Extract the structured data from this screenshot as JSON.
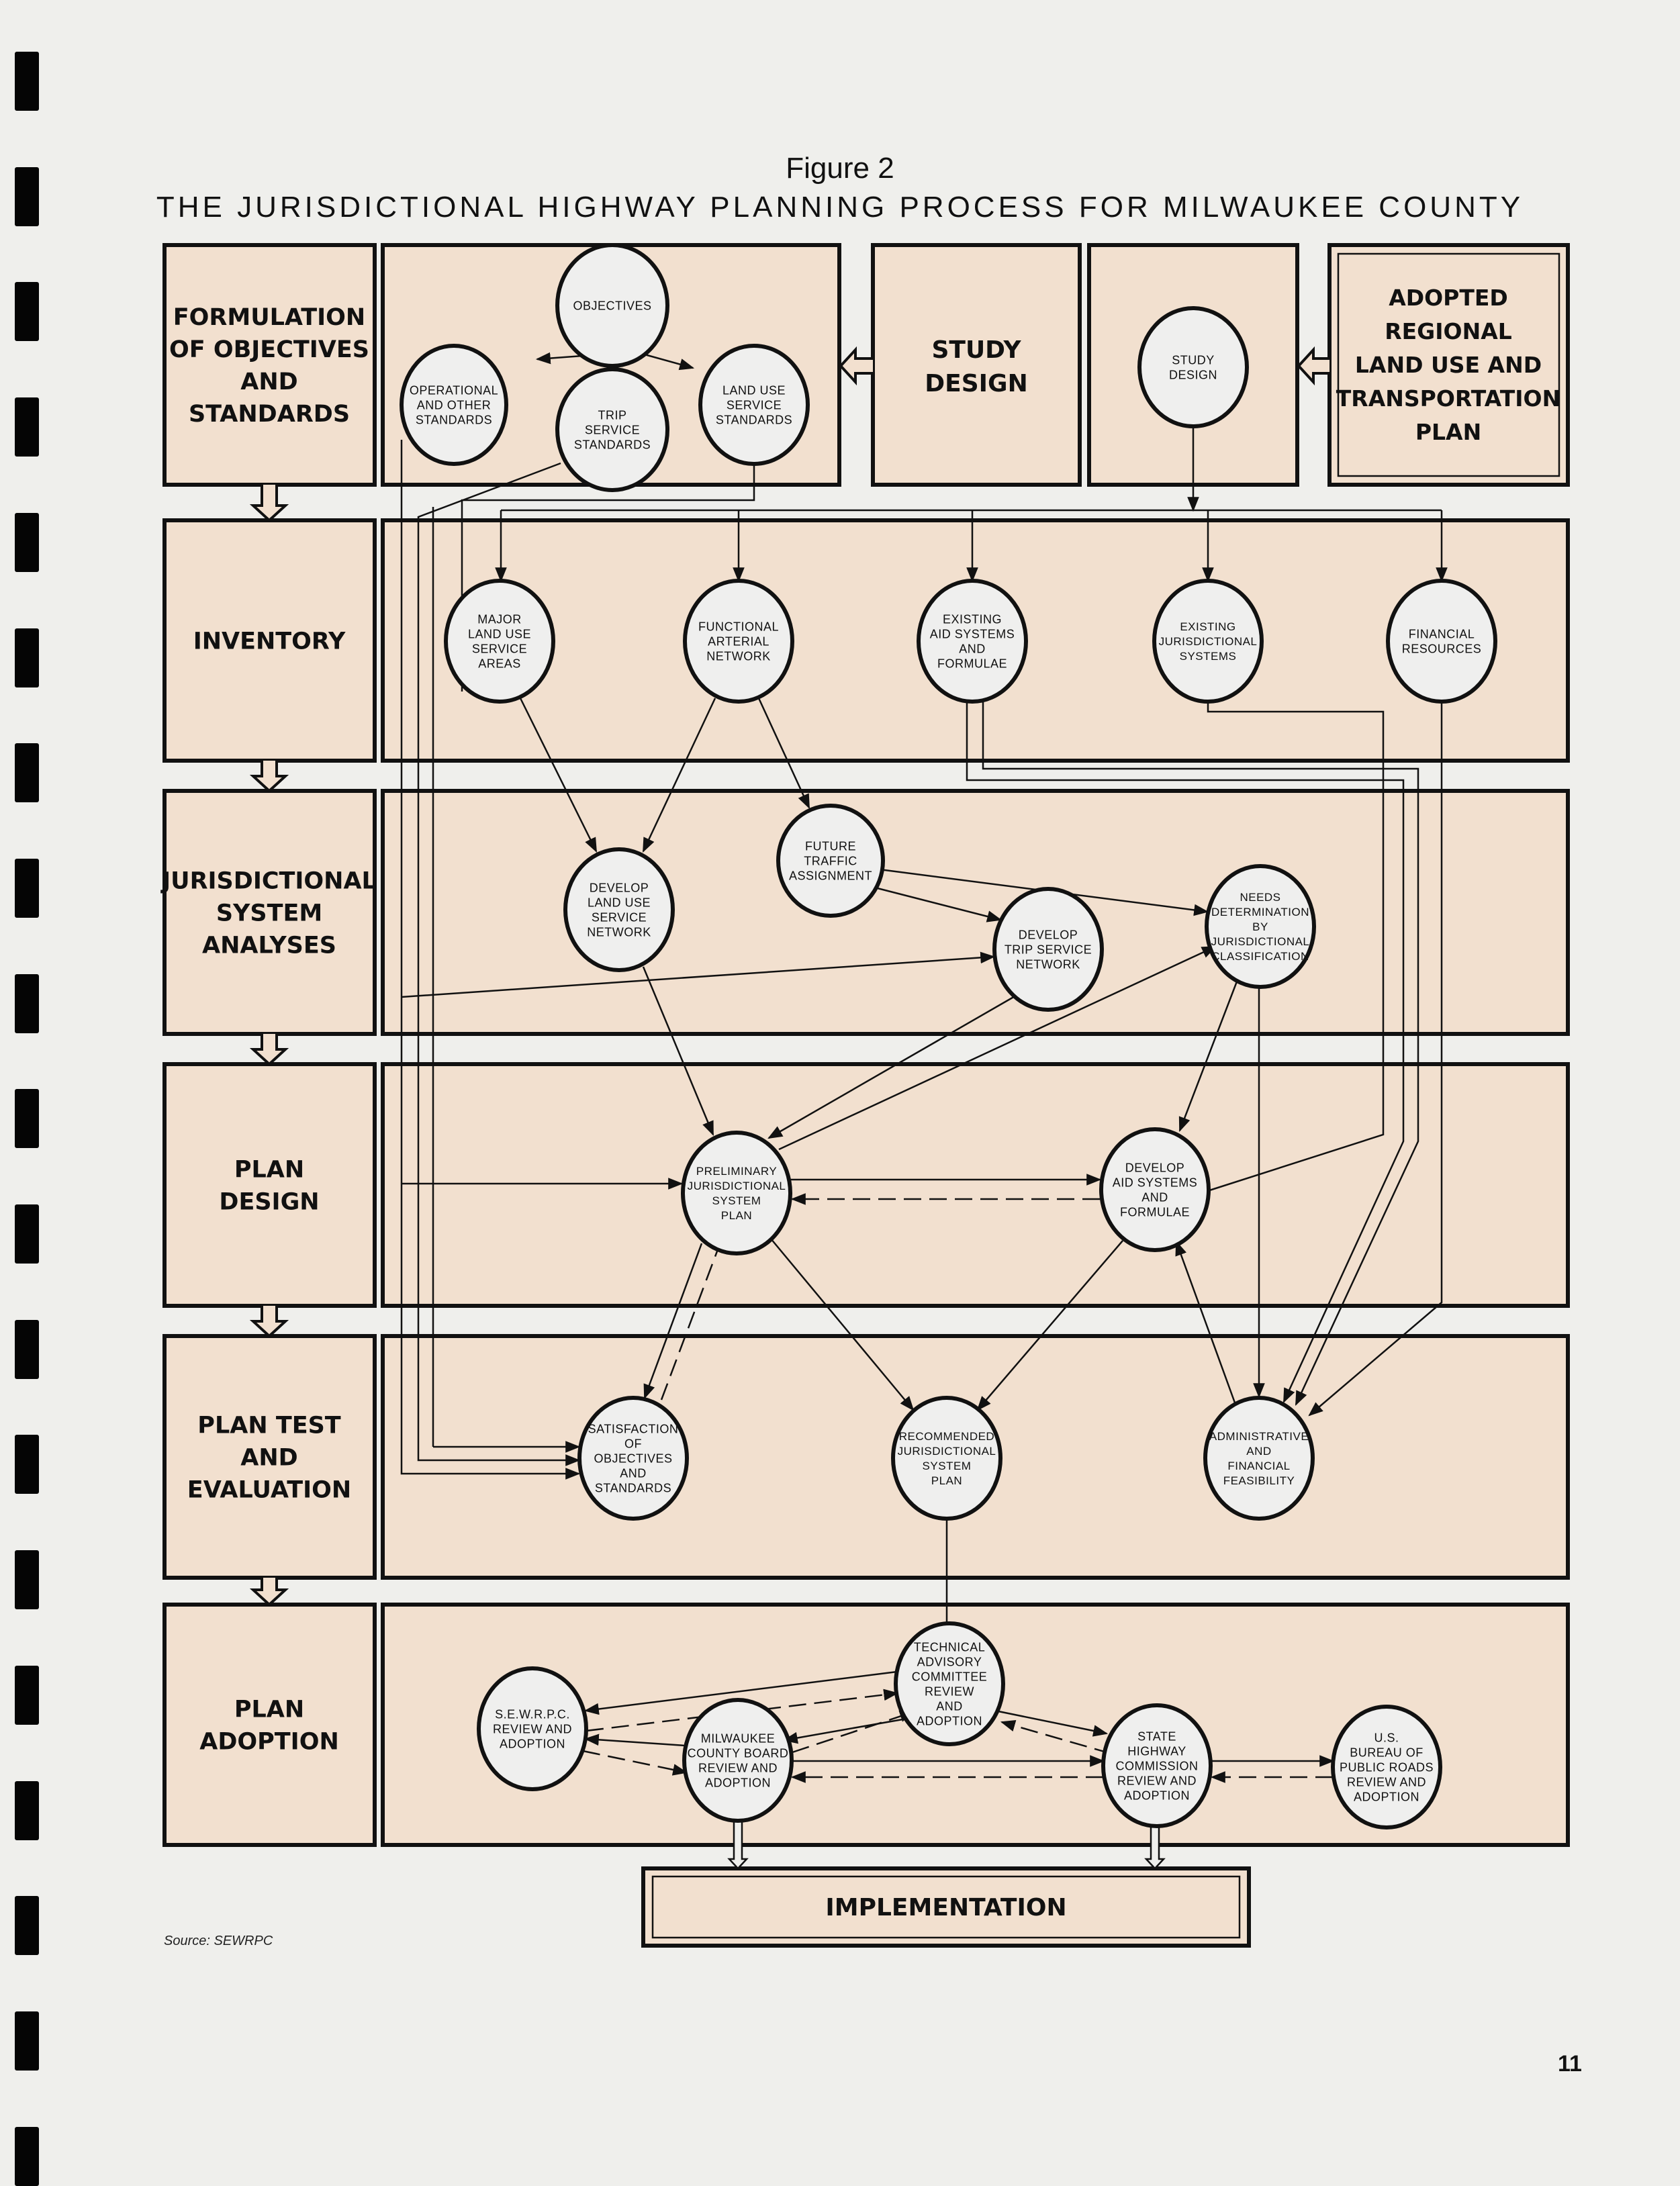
{
  "figure": {
    "number": "Figure 2",
    "title": "THE JURISDICTIONAL HIGHWAY PLANNING PROCESS FOR MILWAUKEE COUNTY"
  },
  "colors": {
    "panel_fill": "#f2e0cf",
    "node_fill": "#efefee",
    "ink": "#111111",
    "paper": "#efefec"
  },
  "stages": [
    {
      "id": "formulation",
      "lines": [
        "FORMULATION",
        "OF OBJECTIVES",
        "AND",
        "STANDARDS"
      ]
    },
    {
      "id": "inventory",
      "lines": [
        "INVENTORY"
      ]
    },
    {
      "id": "analyses",
      "lines": [
        "JURISDICTIONAL",
        "SYSTEM",
        "ANALYSES"
      ]
    },
    {
      "id": "plan-design",
      "lines": [
        "PLAN",
        "DESIGN"
      ]
    },
    {
      "id": "plan-test",
      "lines": [
        "PLAN TEST",
        "AND",
        "EVALUATION"
      ]
    },
    {
      "id": "plan-adoption",
      "lines": [
        "PLAN",
        "ADOPTION"
      ]
    }
  ],
  "top_blocks": {
    "study_design_label": [
      "STUDY",
      "DESIGN"
    ],
    "adopted_plan": [
      "ADOPTED",
      "REGIONAL",
      "LAND USE AND",
      "TRANSPORTATION",
      "PLAN"
    ]
  },
  "nodes": [
    {
      "id": "objectives",
      "lines": [
        "OBJECTIVES"
      ]
    },
    {
      "id": "operational-standards",
      "lines": [
        "OPERATIONAL",
        "AND OTHER",
        "STANDARDS"
      ]
    },
    {
      "id": "trip-service-standards",
      "lines": [
        "TRIP",
        "SERVICE",
        "STANDARDS"
      ]
    },
    {
      "id": "land-use-service-standards",
      "lines": [
        "LAND USE",
        "SERVICE",
        "STANDARDS"
      ]
    },
    {
      "id": "study-design",
      "lines": [
        "STUDY",
        "DESIGN"
      ]
    },
    {
      "id": "major-land-use-service-areas",
      "lines": [
        "MAJOR",
        "LAND USE",
        "SERVICE",
        "AREAS"
      ]
    },
    {
      "id": "functional-arterial-network",
      "lines": [
        "FUNCTIONAL",
        "ARTERIAL",
        "NETWORK"
      ]
    },
    {
      "id": "existing-aid-systems",
      "lines": [
        "EXISTING",
        "AID SYSTEMS",
        "AND",
        "FORMULAE"
      ]
    },
    {
      "id": "existing-jurisdictional-systems",
      "lines": [
        "EXISTING",
        "JURISDICTIONAL",
        "SYSTEMS"
      ]
    },
    {
      "id": "financial-resources",
      "lines": [
        "FINANCIAL",
        "RESOURCES"
      ]
    },
    {
      "id": "future-traffic-assignment",
      "lines": [
        "FUTURE",
        "TRAFFIC",
        "ASSIGNMENT"
      ]
    },
    {
      "id": "develop-land-use-service-network",
      "lines": [
        "DEVELOP",
        "LAND USE",
        "SERVICE",
        "NETWORK"
      ]
    },
    {
      "id": "develop-trip-service-network",
      "lines": [
        "DEVELOP",
        "TRIP SERVICE",
        "NETWORK"
      ]
    },
    {
      "id": "needs-determination",
      "lines": [
        "NEEDS",
        "DETERMINATION",
        "BY",
        "JURISDICTIONAL",
        "CLASSIFICATION"
      ]
    },
    {
      "id": "preliminary-plan",
      "lines": [
        "PRELIMINARY",
        "JURISDICTIONAL",
        "SYSTEM",
        "PLAN"
      ]
    },
    {
      "id": "develop-aid-systems",
      "lines": [
        "DEVELOP",
        "AID SYSTEMS",
        "AND",
        "FORMULAE"
      ]
    },
    {
      "id": "satisfaction-of-objectives",
      "lines": [
        "SATISFACTION",
        "OF",
        "OBJECTIVES",
        "AND",
        "STANDARDS"
      ]
    },
    {
      "id": "recommended-plan",
      "lines": [
        "RECOMMENDED",
        "JURISDICTIONAL",
        "SYSTEM",
        "PLAN"
      ]
    },
    {
      "id": "administrative-feasibility",
      "lines": [
        "ADMINISTRATIVE",
        "AND",
        "FINANCIAL",
        "FEASIBILITY"
      ]
    },
    {
      "id": "technical-advisory-committee",
      "lines": [
        "TECHNICAL",
        "ADVISORY",
        "COMMITTEE",
        "REVIEW",
        "AND",
        "ADOPTION"
      ]
    },
    {
      "id": "sewrpc-review",
      "lines": [
        "S.E.W.R.P.C.",
        "REVIEW AND",
        "ADOPTION"
      ]
    },
    {
      "id": "county-board-review",
      "lines": [
        "MILWAUKEE",
        "COUNTY BOARD",
        "REVIEW AND",
        "ADOPTION"
      ]
    },
    {
      "id": "state-highway-commission",
      "lines": [
        "STATE",
        "HIGHWAY",
        "COMMISSION",
        "REVIEW AND",
        "ADOPTION"
      ]
    },
    {
      "id": "bureau-of-public-roads",
      "lines": [
        "U.S.",
        "BUREAU OF",
        "PUBLIC ROADS",
        "REVIEW AND",
        "ADOPTION"
      ]
    }
  ],
  "implementation": "IMPLEMENTATION",
  "source": "Source: SEWRPC",
  "page_number": "11"
}
